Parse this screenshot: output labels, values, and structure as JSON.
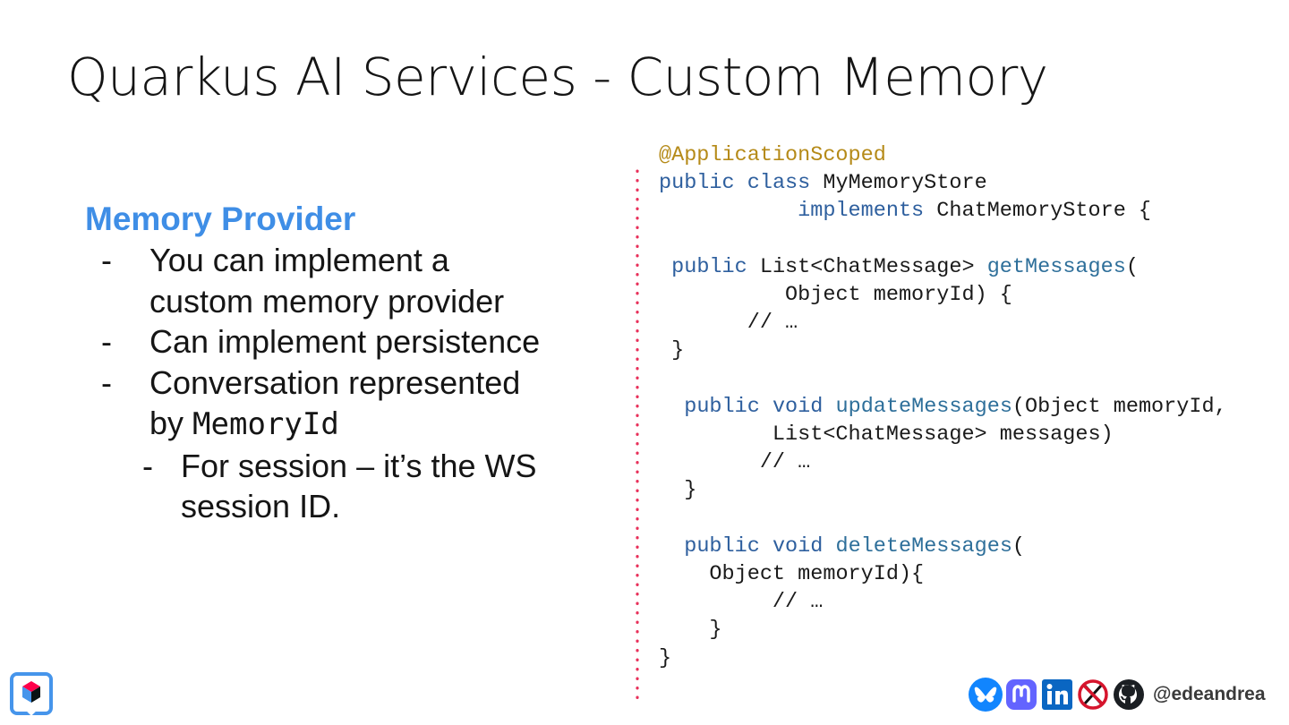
{
  "slide": {
    "title": "Quarkus AI Services - Custom Memory"
  },
  "left": {
    "heading": "Memory Provider",
    "bullets": [
      {
        "dash": "-",
        "line1": "You can implement a",
        "line2": "custom memory provider"
      },
      {
        "dash": "-",
        "text": "Can implement persistence"
      },
      {
        "dash": "-",
        "line1": "Conversation represented",
        "line2_prefix": "by ",
        "code": "MemoryId"
      }
    ],
    "sub_bullet": {
      "dash": "-",
      "line1": "For session – it’s the WS",
      "line2": "session ID."
    }
  },
  "code": {
    "annotation": "@ApplicationScoped",
    "public": "public",
    "class": "class",
    "class_name": "MyMemoryStore",
    "implements": "implements",
    "iface": "ChatMemoryStore {",
    "list_type": "List<ChatMessage>",
    "get_method": "getMessages",
    "paren_open": "(",
    "object_param": "Object memoryId) {",
    "comment": "// …",
    "close_brace": "}",
    "void": "void",
    "update_method": "updateMessages",
    "update_param1": "(Object memoryId,",
    "update_param2": "List<ChatMessage> messages)",
    "delete_method": "deleteMessages",
    "delete_param": "Object memoryId){"
  },
  "footer": {
    "handle": "@edeandrea",
    "icons": [
      "bluesky-icon",
      "mastodon-icon",
      "linkedin-icon",
      "x-icon",
      "github-icon"
    ],
    "colors": {
      "bluesky": "#1185fe",
      "mastodon": "#6364ff",
      "linkedin": "#0a66c2",
      "x": "#d6152d",
      "github": "#1b1f23"
    }
  },
  "colors": {
    "accent": "#3f8ee6",
    "divider": "#e8305a",
    "keyword": "#2e5f9e",
    "annotation": "#b58a18"
  }
}
